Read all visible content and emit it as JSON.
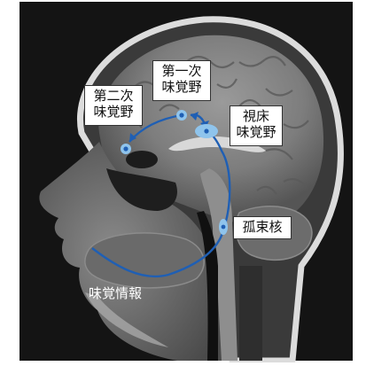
{
  "colors": {
    "pathway": "#1f5fb4",
    "node_fill": "#8fc4ec",
    "node_core": "#1f5fb4",
    "label_bg": "#ffffff",
    "label_border": "#333333",
    "frame": "#1a1a1a"
  },
  "labels": {
    "primary_cortex": "第一次\n味覚野",
    "secondary_cortex": "第二次\n味覚野",
    "thalamus": "視床\n味覚野",
    "solitary_nucleus": "孤束核",
    "taste_info": "味覚情報"
  }
}
